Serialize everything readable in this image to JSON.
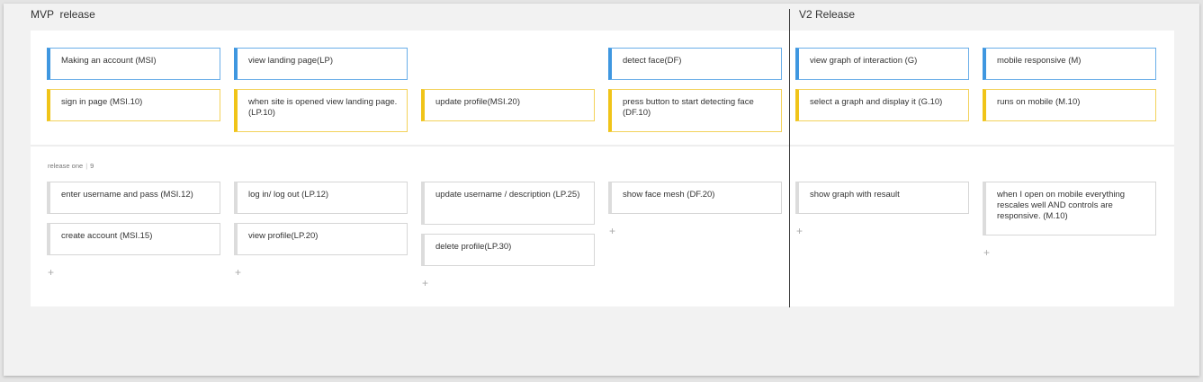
{
  "releases": {
    "mvp_title": "MVP  release",
    "v2_title": "V2 Release"
  },
  "backbone": {
    "epics": [
      "Making an account (MSI)",
      "view landing page(LP)",
      "detect face(DF)",
      "view graph of interaction (G)",
      "mobile responsive (M)"
    ],
    "activities": [
      "sign in page (MSI.10)",
      "when site is opened view landing page. (LP.10)",
      "update profile(MSI.20)",
      "press button to start detecting face (DF.10)",
      "select a graph and display it (G.10)",
      "runs on mobile (M.10)"
    ]
  },
  "release_one": {
    "label": "release one",
    "count": "9",
    "stories": [
      "enter username and pass (MSI.12)",
      "create account (MSI.15)",
      "log in/ log out (LP.12)",
      "view profile(LP.20)",
      "update username / description (LP.25)",
      "delete profile(LP.30)",
      "show face mesh (DF.20)",
      "show graph with resault",
      "when I open on mobile everything rescales well AND  controls are responsive. (M.10)"
    ]
  },
  "add_symbol": "+",
  "colors": {
    "epic": "#3f97e0",
    "activity": "#f0c419",
    "divider": "#3a3a3a"
  }
}
